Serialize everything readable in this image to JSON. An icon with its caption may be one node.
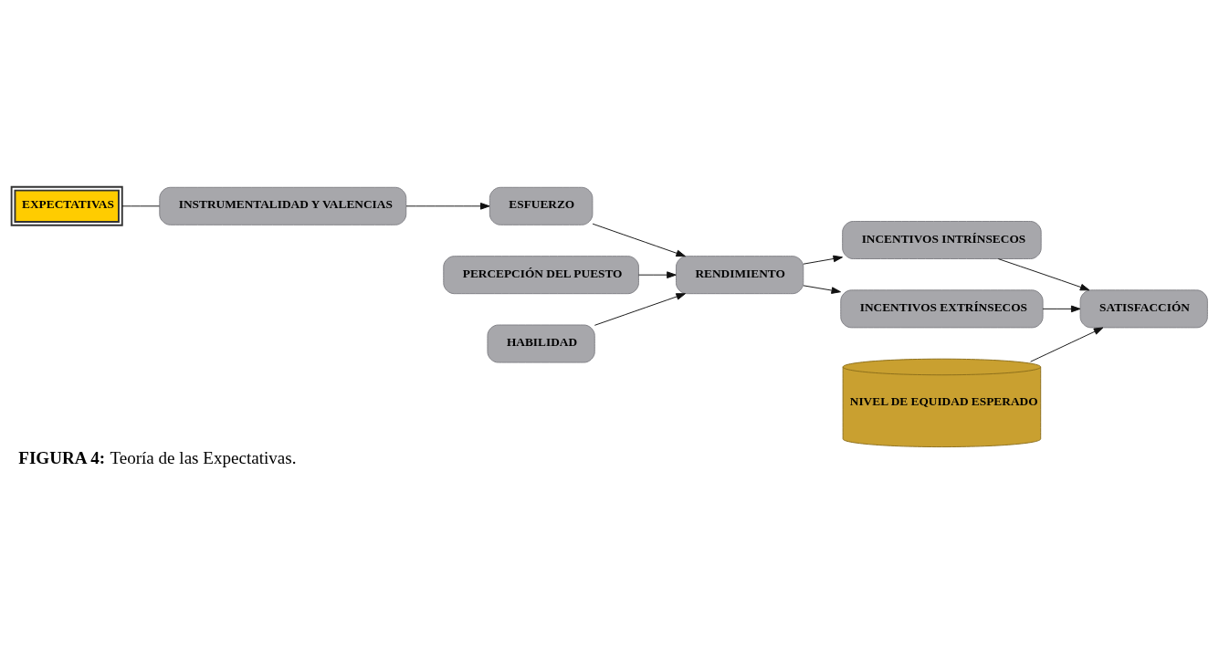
{
  "diagram": {
    "caption": "**FIGURA 4:** Teoría de las Expectativas.",
    "nodes": [
      {
        "text": [
          "EXPECTATIVAS"
        ]
      },
      {
        "text": [
          "PERCEPCIÓN DEL PUESTO"
        ]
      },
      {
        "text": [
          "INCENTIVOS INTRÍNSECOS"
        ]
      },
      {
        "text": [
          "INSTRUMENTALIDAD Y VALENCIAS"
        ]
      },
      {
        "text": [
          "ESFUERZO"
        ]
      },
      {
        "text": [
          "RENDIMIENTO"
        ]
      },
      {
        "text": [
          "SATISFACCIÓN"
        ]
      },
      {
        "text": [
          "HABILIDAD"
        ]
      },
      {
        "text": [
          "INCENTIVOS EXTRÍNSECOS"
        ]
      },
      {
        "text": [
          "NIVEL DE EQUIDAD ESPERADO"
        ]
      }
    ],
    "edges": [
      {
        "from": 0,
        "to": 3,
        "arrow": "none"
      },
      {
        "from": 3,
        "to": 4,
        "arrow": "to"
      },
      {
        "from": 4,
        "to": 5,
        "arrow": "to"
      },
      {
        "from": 1,
        "to": 5,
        "arrow": "to"
      },
      {
        "from": 7,
        "to": 5,
        "arrow": "to"
      },
      {
        "from": 5,
        "to": 2,
        "arrow": "to"
      },
      {
        "from": 2,
        "to": 6,
        "arrow": "to"
      },
      {
        "from": 5,
        "to": 8,
        "arrow": "to"
      },
      {
        "from": 8,
        "to": 6,
        "arrow": "to"
      },
      {
        "from": 9,
        "to": 6,
        "arrow": "to"
      }
    ]
  }
}
